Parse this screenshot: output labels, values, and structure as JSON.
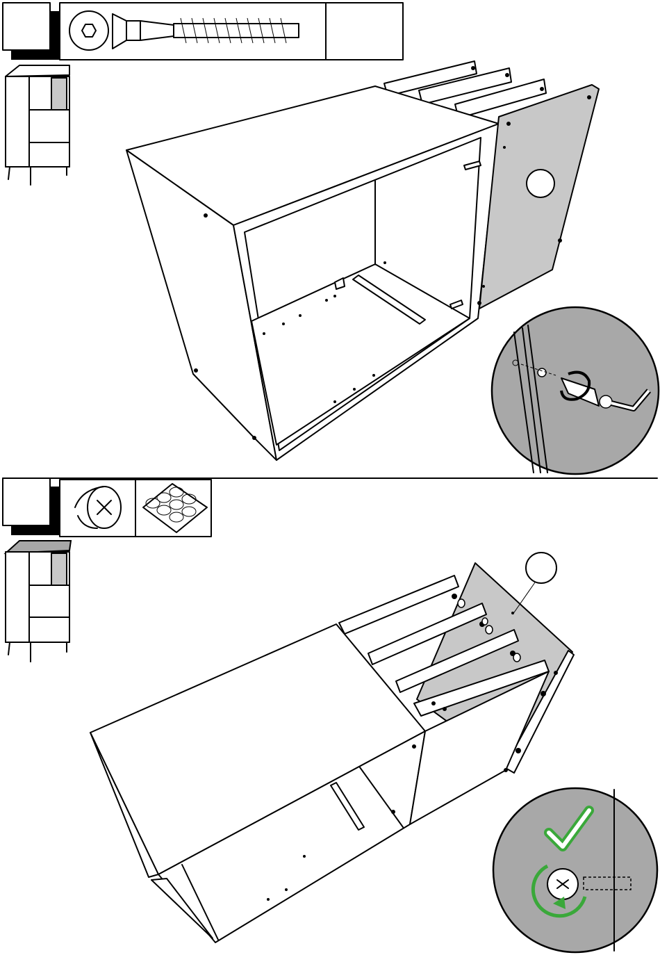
{
  "document": {
    "type": "assembly-instruction-page",
    "steps": [
      {
        "id": "step-a",
        "number": "",
        "parts": [
          "screw-icon",
          "allen-key-icon"
        ],
        "detail_circle": "screw-tighten-detail",
        "callout": ""
      },
      {
        "id": "step-b",
        "number": "",
        "parts": [
          "cam-lock-icon",
          "felt-pads-icon"
        ],
        "detail_circle": "cam-lock-check-detail",
        "callout": ""
      }
    ],
    "colors": {
      "line": "#000000",
      "panel_fill": "#c8c8c8",
      "detail_bg": "#a8a8a8",
      "check_green": "#3aa83a"
    }
  }
}
